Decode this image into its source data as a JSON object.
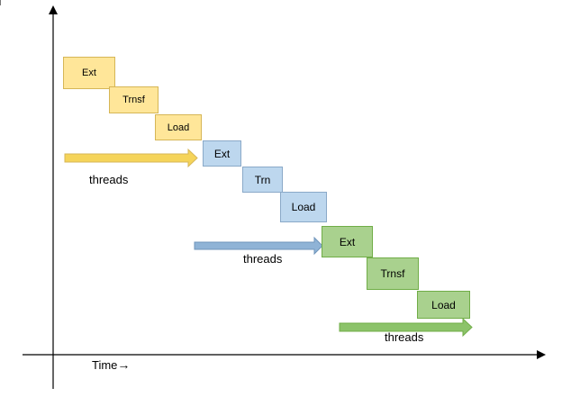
{
  "diagram": {
    "time_label": "Time",
    "time_arrow_glyph": "→",
    "stages": [
      {
        "label": "Ext",
        "color": "yellow"
      },
      {
        "label": "Trnsf",
        "color": "yellow"
      },
      {
        "label": "Load",
        "color": "yellow"
      },
      {
        "label": "Ext",
        "color": "blue"
      },
      {
        "label": "Trn",
        "color": "blue"
      },
      {
        "label": "Load",
        "color": "blue"
      },
      {
        "label": "Ext",
        "color": "green"
      },
      {
        "label": "Trnsf",
        "color": "green"
      },
      {
        "label": "Load",
        "color": "green"
      }
    ],
    "threads": [
      {
        "label": "threads",
        "color": "yellow"
      },
      {
        "label": "threads",
        "color": "blue"
      },
      {
        "label": "threads",
        "color": "green"
      }
    ],
    "colors": {
      "yellow_fill": "#ffe699",
      "yellow_arrow": "#f5d45a",
      "blue_fill": "#bdd7ee",
      "blue_arrow": "#8fb3d6",
      "green_fill": "#a9d18e",
      "green_arrow": "#8cc36a",
      "axis": "#000000"
    }
  }
}
